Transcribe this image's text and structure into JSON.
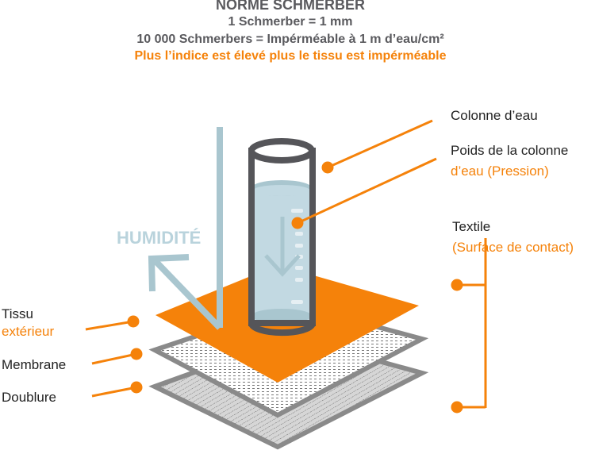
{
  "header": {
    "title": "NORME SCHMERBER",
    "line1": "1 Schmerber = 1 mm",
    "line2": "10 000 Schmerbers = Impérméable à 1 m d’eau/cm²",
    "line3": "Plus l’indice est élevé plus le tissu est impérméable"
  },
  "arrow_label": "HUMIDITÉ",
  "labels": {
    "colonne": "Colonne d’eau",
    "poids_1": "Poids de la colonne",
    "poids_2": "d’eau (Pression)",
    "textile_1": "Textile",
    "textile_2": "(Surface de contact)",
    "tissu_1": "Tissu",
    "tissu_2": "extérieur",
    "membrane": "Membrane",
    "doublure": "Doublure"
  },
  "colors": {
    "orange": "#f5820a",
    "gray": "#5a5a5e",
    "water": "#c2d9e2",
    "arrow": "#a9c6cf"
  }
}
